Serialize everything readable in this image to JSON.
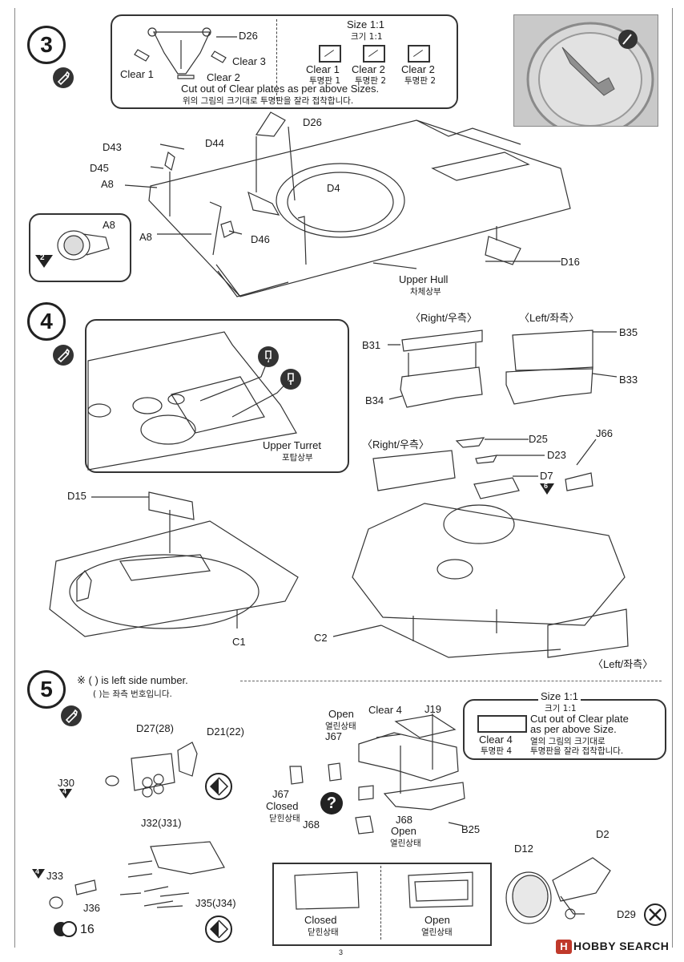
{
  "page_number": "3",
  "watermark": {
    "brand": "HOBBY SEARCH",
    "mark": "H"
  },
  "step3": {
    "number": "3",
    "inset": {
      "labels": {
        "d26": "D26",
        "clear1": "Clear 1",
        "clear2": "Clear 2",
        "clear3": "Clear 3"
      },
      "note_en": "Cut out of Clear plates as per above Sizes.",
      "note_ko": "위의 그림의 크기대로 투명판을 잘라 접착합니다.",
      "size_title": "Size 1:1",
      "size_title_ko": "크기 1:1",
      "plates": [
        {
          "en": "Clear 1",
          "ko": "투명판 1"
        },
        {
          "en": "Clear 2",
          "ko": "투명판 2"
        },
        {
          "en": "Clear 2",
          "ko": "투명판 2"
        }
      ]
    },
    "labels": {
      "d26": "D26",
      "d43": "D43",
      "d44": "D44",
      "d45": "D45",
      "a8_top": "A8",
      "d4": "D4",
      "a8_mid": "A8",
      "d46": "D46",
      "d16": "D16",
      "upper_hull": "Upper Hull",
      "upper_hull_ko": "차체상부"
    },
    "sub_inset": {
      "label": "A8",
      "ref_step": "2"
    }
  },
  "step4": {
    "number": "4",
    "inset": {
      "label_en": "Upper Turret",
      "label_ko": "포탑상부"
    },
    "right_label": "〈Right/우측〉",
    "left_label": "〈Left/좌측〉",
    "labels": {
      "b31": "B31",
      "b34": "B34",
      "b35": "B35",
      "b33": "B33",
      "d15": "D15",
      "c1": "C1",
      "c2": "C2",
      "d25": "D25",
      "d23": "D23",
      "d7": "D7",
      "d7_ref": "6",
      "j66": "J66",
      "right2": "〈Right/우측〉",
      "left2": "〈Left/좌측〉"
    }
  },
  "step5": {
    "number": "5",
    "note_en": "※ ( ) is left side number.",
    "note_ko": "( )는 좌측 번호입니다.",
    "labels": {
      "d27": "D27(28)",
      "d21": "D21(22)",
      "j30": "J30",
      "j30_ref": "4",
      "j32": "J32(J31)",
      "j35": "J35(J34)",
      "j33": "J33",
      "j33_ref": "4",
      "j36": "J36",
      "count": "16",
      "open1_en": "Open",
      "open1_ko": "열린상태",
      "j67_top": "J67",
      "clear4": "Clear 4",
      "j19": "J19",
      "j67_mid": "J67",
      "closed1_en": "Closed",
      "closed1_ko": "닫힌상태",
      "j68_left": "J68",
      "j68_mid": "J68",
      "open2_en": "Open",
      "open2_ko": "열린상태",
      "b25": "B25",
      "d12": "D12",
      "d2": "D2",
      "d29": "D29"
    },
    "size_box": {
      "title": "Size 1:1",
      "title_ko": "크기 1:1",
      "plate_en": "Clear 4",
      "plate_ko": "투명판 4",
      "note_en_1": "Cut out of Clear plate",
      "note_en_2": "as per above Size.",
      "note_ko_1": "열의 그림의 크기대로",
      "note_ko_2": "투명판을 잘라 접착합니다."
    },
    "state_box": {
      "closed_en": "Closed",
      "closed_ko": "닫힌상태",
      "open_en": "Open",
      "open_ko": "열린상태"
    }
  }
}
